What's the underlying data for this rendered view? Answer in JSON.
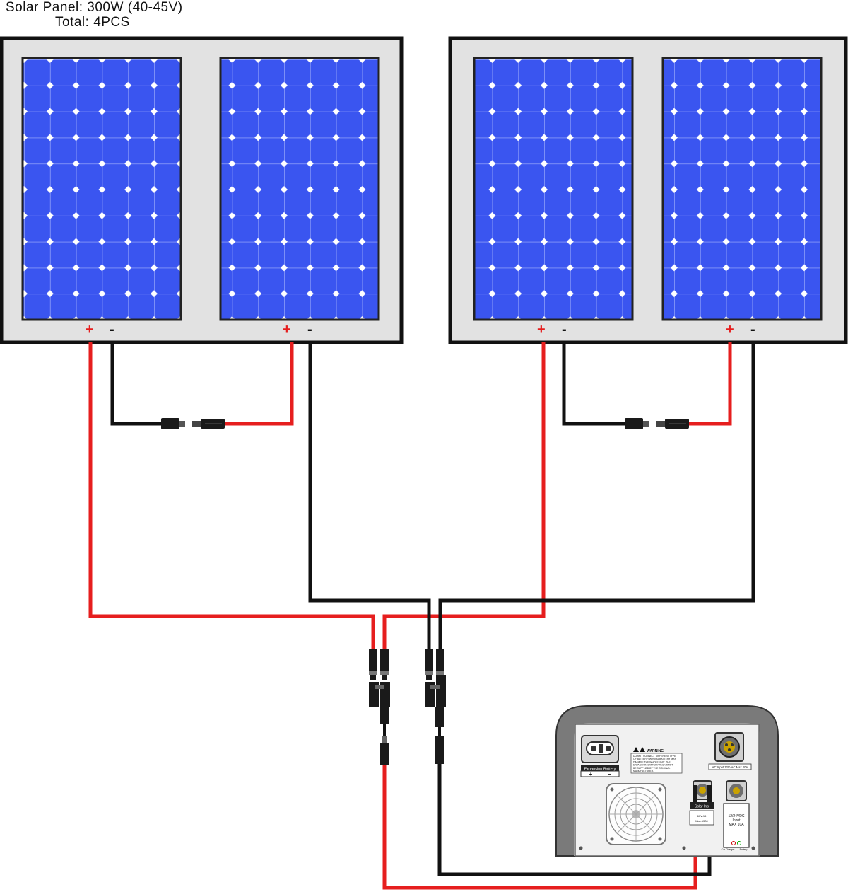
{
  "specs": {
    "panel_line": "Solar Panel: 300W (40-45V)",
    "total_line": "Total: 4PCS"
  },
  "terminals": {
    "positive": "+",
    "negative": "-"
  },
  "station": {
    "expansion_label": "Expansion Battery",
    "expansion_plus": "+",
    "expansion_minus": "−",
    "warning_title": "WARNING",
    "warning_text": [
      "DO NOT CONNECT DIFFERENT TYPE",
      "OF BATTERY! WRONG BATTERY MAY",
      "DAMAGE THE WHOLE UNIT. THE",
      "EXPANSION BATTERY PACK MUST",
      "BE SUPPLIED BY THE ORIGINAL",
      "MANUFACTURER."
    ],
    "ac_input_label": "AC Input 120VAC Max 20A",
    "dc_input_lines": [
      "12/24VDC",
      "Input",
      "MAX 10A"
    ],
    "solar_input_lines": [
      "Solar Inp",
      "60V-15",
      "Max.1500"
    ],
    "car_charger_label": "Car Charger",
    "battery_label": "Battery"
  },
  "colors": {
    "positive_wire": "#e61e1e",
    "negative_wire": "#111111",
    "cell_blue": "#3a55f0",
    "frame_gray": "#e2e2e2"
  }
}
